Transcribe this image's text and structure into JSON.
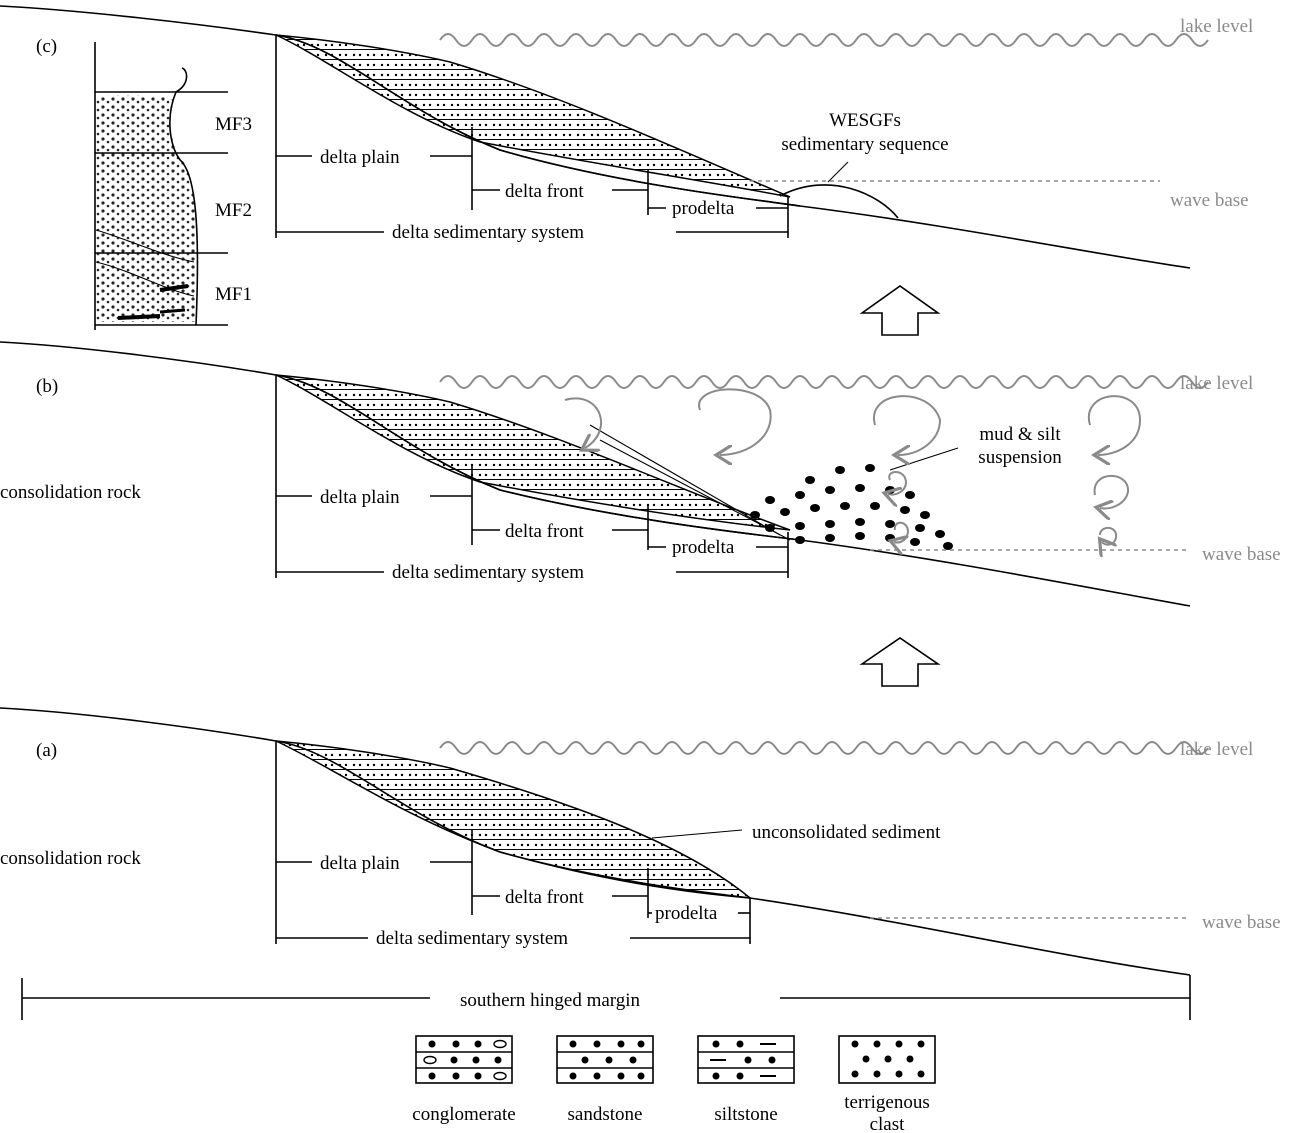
{
  "panels": {
    "c": {
      "tag": "(c)",
      "lake_level": "lake level",
      "wave_base": "wave base",
      "delta_plain": "delta plain",
      "delta_front": "delta front",
      "prodelta": "prodelta",
      "system": "delta sedimentary system",
      "wesgfs_line1": "WESGFs",
      "wesgfs_line2": "sedimentary sequence",
      "mf3": "MF3",
      "mf2": "MF2",
      "mf1": "MF1"
    },
    "b": {
      "tag": "(b)",
      "lake_level": "lake level",
      "wave_base": "wave base",
      "consolidation": "consolidation rock",
      "delta_plain": "delta plain",
      "delta_front": "delta front",
      "prodelta": "prodelta",
      "system": "delta sedimentary system",
      "suspension_line1": "mud & silt",
      "suspension_line2": "suspension"
    },
    "a": {
      "tag": "(a)",
      "lake_level": "lake level",
      "wave_base": "wave base",
      "consolidation": "consolidation rock",
      "delta_plain": "delta plain",
      "delta_front": "delta front",
      "prodelta": "prodelta",
      "system": "delta sedimentary system",
      "unconsolidated": "unconsolidated sediment"
    }
  },
  "margin_label": "southern hinged margin",
  "legend": [
    {
      "label": "conglomerate"
    },
    {
      "label": "sandstone"
    },
    {
      "label": "siltstone"
    },
    {
      "label": "terrigenous",
      "label2": "clast"
    }
  ],
  "colors": {
    "line": "#000000",
    "annotation_gray": "#8a8a8a"
  }
}
